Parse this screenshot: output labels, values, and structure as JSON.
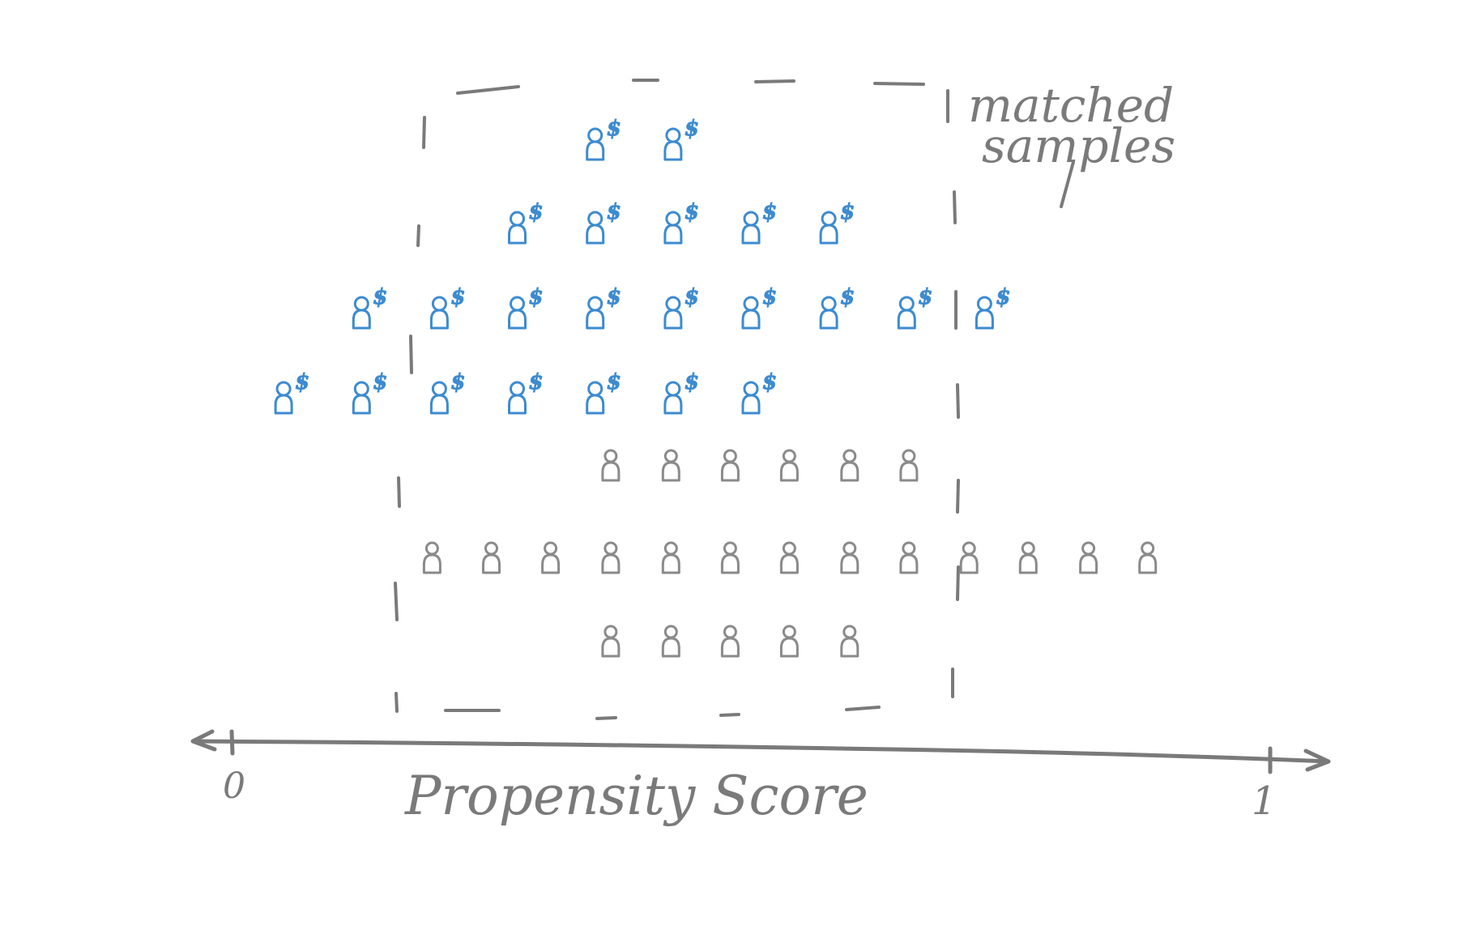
{
  "labels": {
    "group_label_line1": "matched",
    "group_label_line2": "samples",
    "axis_label": "Propensity Score",
    "axis_min_label": "0",
    "axis_max_label": "1"
  },
  "icons": {
    "treated": "person-with-dollar-icon",
    "control": "person-icon"
  },
  "colors": {
    "treated": "#3d8bd0",
    "control": "#8a8a8a",
    "ink": "#7a7a7a"
  },
  "axis": {
    "min": 0,
    "max": 1
  },
  "treated_rows": [
    [
      0.35,
      0.425
    ],
    [
      0.275,
      0.35,
      0.425,
      0.5,
      0.575
    ],
    [
      0.125,
      0.2,
      0.275,
      0.35,
      0.425,
      0.5,
      0.575,
      0.65,
      0.725
    ],
    [
      0.05,
      0.125,
      0.2,
      0.275,
      0.35,
      0.425,
      0.5
    ]
  ],
  "control_rows": [
    [
      0.365,
      0.423,
      0.48,
      0.537,
      0.595,
      0.652
    ],
    [
      0.193,
      0.25,
      0.307,
      0.365,
      0.423,
      0.48,
      0.537,
      0.595,
      0.652,
      0.71,
      0.767,
      0.825,
      0.882
    ],
    [
      0.365,
      0.423,
      0.48,
      0.537,
      0.595
    ]
  ],
  "matched_range": [
    0.16,
    0.69
  ]
}
